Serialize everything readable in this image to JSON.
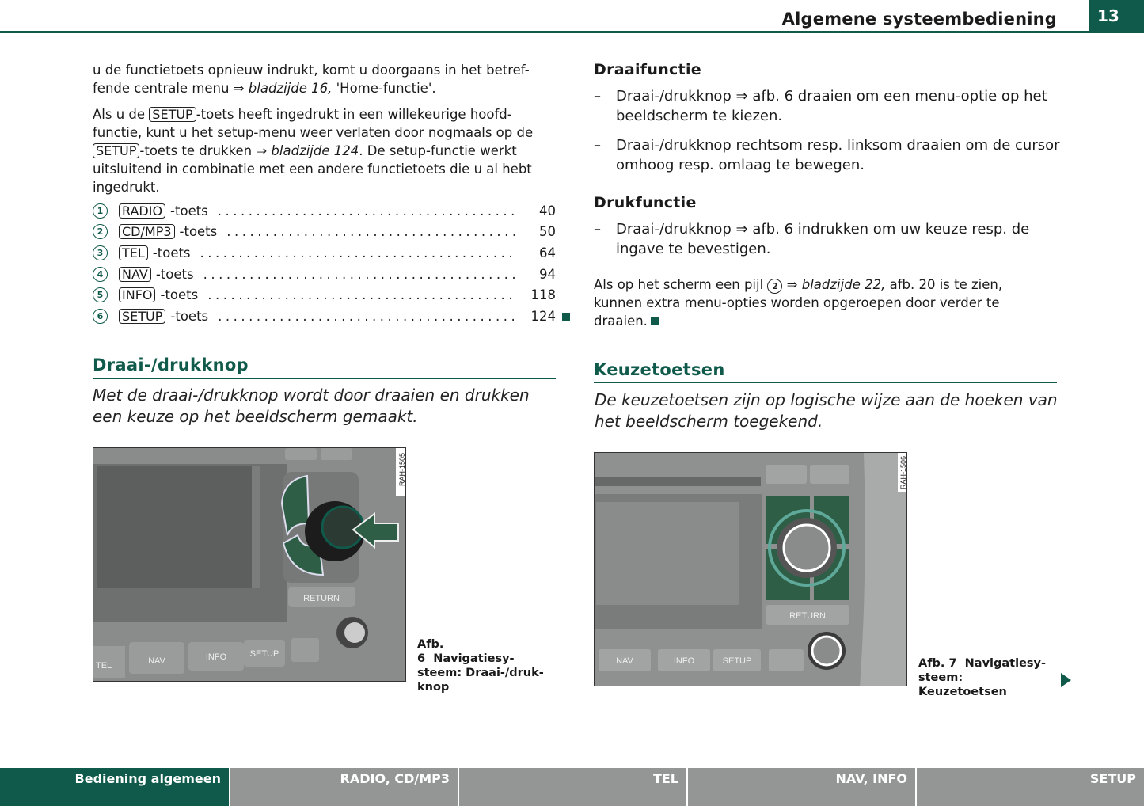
{
  "header": {
    "title": "Algemene systeembediening",
    "page_number": "13",
    "accent_color": "#0f5a4a"
  },
  "left": {
    "p1": {
      "a": "u de functietoets opnieuw indrukt, komt u doorgaans in het betref-fende centrale menu ⇒ ",
      "ref": "bladzijde 16,",
      "b": " 'Home-functie'."
    },
    "p2": {
      "a": "Als u de ",
      "key1": "SETUP",
      "b": "-toets heeft ingedrukt in een willekeurige hoofd-functie, kunt u het setup-menu weer verlaten door nogmaals op de ",
      "key2": "SETUP",
      "c": "-toets te drukken ⇒ ",
      "ref": "bladzijde 124",
      "d": ". De setup-functie werkt uitsluitend in combinatie met een andere functietoets die u al hebt ingedrukt."
    },
    "list": [
      {
        "num": "1",
        "key": "RADIO",
        "suffix": "-toets",
        "page": "40"
      },
      {
        "num": "2",
        "key": "CD/MP3",
        "suffix": "-toets",
        "page": "50"
      },
      {
        "num": "3",
        "key": "TEL",
        "suffix": "-toets",
        "page": "64"
      },
      {
        "num": "4",
        "key": "NAV",
        "suffix": "-toets",
        "page": "94"
      },
      {
        "num": "5",
        "key": "INFO",
        "suffix": "-toets",
        "page": "118"
      },
      {
        "num": "6",
        "key": "SETUP",
        "suffix": "-toets",
        "page": "124"
      }
    ],
    "section_title": "Draai-/drukknop",
    "section_intro": "Met de draai-/drukknop wordt door draaien en drukken een keuze op het beeldscherm gemaakt.",
    "figure": {
      "code": "RAH-1505",
      "labels": {
        "return": "RETURN",
        "tel": "TEL",
        "nav": "NAV",
        "info": "INFO",
        "setup": "SETUP"
      },
      "caption_num": "Afb. 6",
      "caption": "Navigatiesy-steem: Draai-/druk-knop"
    }
  },
  "right": {
    "h_draai": "Draaifunctie",
    "draai_items": [
      "Draai-/drukknop ⇒ afb. 6 draaien om een menu-optie op het beeldscherm te kiezen.",
      "Draai-/drukknop rechtsom resp. linksom draaien om de cursor omhoog resp. omlaag te bewegen."
    ],
    "h_druk": "Drukfunctie",
    "druk_items": [
      "Draai-/drukknop ⇒ afb. 6 indrukken om uw keuze resp. de ingave te bevestigen."
    ],
    "note": {
      "a": "Als op het scherm een pijl ",
      "num": "2",
      "b": " ⇒ ",
      "ref": "bladzijde 22,",
      "c": " afb. 20 is te zien, kunnen extra menu-opties worden opgeroepen door verder te draaien."
    },
    "section_title": "Keuzetoetsen",
    "section_intro": "De keuzetoetsen zijn op logische wijze aan de hoeken van het beeldscherm toegekend.",
    "figure": {
      "code": "RAH-1506",
      "labels": {
        "return": "RETURN",
        "nav": "NAV",
        "info": "INFO",
        "setup": "SETUP"
      },
      "caption_num": "Afb. 7",
      "caption": "Navigatiesy-steem: Keuzetoetsen"
    }
  },
  "footer": {
    "tabs": [
      "Bediening algemeen",
      "RADIO, CD/MP3",
      "TEL",
      "NAV, INFO",
      "SETUP"
    ],
    "active": 0,
    "inactive_color": "#949695"
  }
}
